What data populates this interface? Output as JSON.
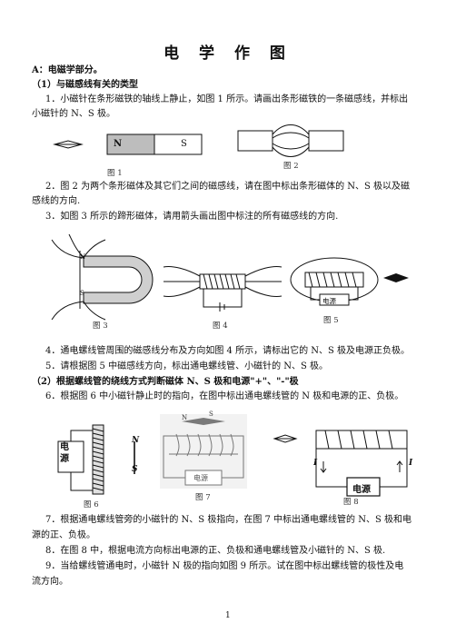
{
  "doc": {
    "title": "电 学 作 图",
    "section_a": "A：电磁学部分。",
    "sub1": "（1）与磁感线有关的类型",
    "q1_l1": "1．小磁针在条形磁铁的轴线上静止，如图 1 所示。请画出条形磁铁的一条磁感线，并标出",
    "q1_l2": "小磁针的 N、S 极。",
    "q2_l1": "2．图 2 为两个条形磁体及其它们之间的磁感线，请在图中标出条形磁体的 N、S 极以及磁",
    "q2_l2": "感线的方向.",
    "q3": "3．如图 3 所示的蹄形磁体，请用箭头画出图中标注的所有磁感线的方向.",
    "q4": "4．通电螺线管周围的磁感线分布及方向如图 4 所示，请标出它的 N、S 极及电源正负极。",
    "q5": "5．请根据图 5 中磁感线方向，标出通电螺线管、小磁针的 N、S 极。",
    "sub2": "（2）根据螺线管的绕线方式判断磁体 N、S 极和电源\"+\"、\"-\"极",
    "q6": "6．根据图 6 中小磁针静止时的指向，在图中标出通电螺线管的 N 极和电源的正、负极。",
    "q7_l1": "7．根据通电螺线管旁的小磁针的 N、S 极指向，在图 7 中标出通电螺线管的 N、S 极和电",
    "q7_l2": "源的正、负极。",
    "q8": "8．在图 8 中，根据电流方向标出电源的正、负极和通电螺线管及小磁针的 N、S 极.",
    "q9_l1": "9．当给螺线管通电时，小磁针 N 极的指向如图 9 所示。试在图中标出螺线管的极性及电",
    "q9_l2": "流方向。",
    "page_number": "1"
  },
  "figures": {
    "fig1": "图 1",
    "fig2": "图 2",
    "fig3": "图 3",
    "fig4": "图 4",
    "fig5": "图 5",
    "fig6": "图 6",
    "fig7": "图 7",
    "fig8": "图 8",
    "n": "N",
    "s": "S",
    "power": "电源",
    "power6_l1": "电",
    "power6_l2": "源",
    "current": "I"
  }
}
